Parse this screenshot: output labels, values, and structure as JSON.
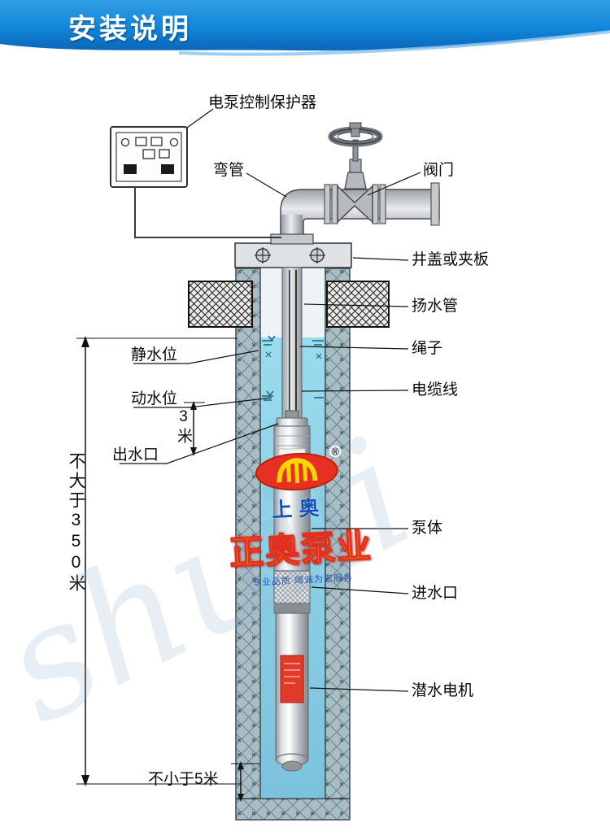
{
  "header": {
    "title": "安装说明"
  },
  "labels": {
    "controller": "电泵控制保护器",
    "elbow": "弯管",
    "valve": "阀门",
    "well_cover": "井盖或夹板",
    "riser_pipe": "扬水管",
    "rope": "绳子",
    "cable": "电缆线",
    "static_level": "静水位",
    "dynamic_level": "动水位",
    "outlet": "出水口",
    "pump_body": "泵体",
    "inlet": "进水口",
    "motor": "潜水电机"
  },
  "dimensions": {
    "max_depth": "不大于350米",
    "min_clearance": "不小于5米",
    "outlet_depth": "3米"
  },
  "watermark": {
    "script": "shuili",
    "reg": "®",
    "logo_sub": "上奥",
    "brand": "正奥泵业",
    "tagline": "专业品质 竭诚为您服务"
  },
  "colors": {
    "header_blue": "#1286d9",
    "water": "#8fd3e8",
    "brand_yellow": "#ffd600",
    "brand_red": "#e03020"
  }
}
